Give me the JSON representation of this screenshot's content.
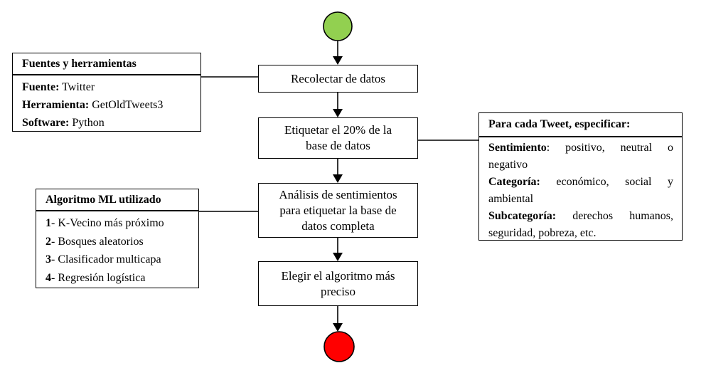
{
  "flow": {
    "start_node_color": "#92d050",
    "end_node_color": "#ff0000",
    "line_color": "#000000",
    "steps": [
      {
        "label": "Recolectar de datos"
      },
      {
        "label": "Etiquetar el 20% de la\nbase de datos"
      },
      {
        "label": "Análisis de sentimientos\npara etiquetar la base de\ndatos completa"
      },
      {
        "label": "Elegir el algoritmo más\npreciso"
      }
    ]
  },
  "annotations": {
    "sources": {
      "title": "Fuentes y herramientas",
      "lines": [
        {
          "bold": "Fuente:",
          "text": " Twitter"
        },
        {
          "bold": "Herramienta:",
          "text": " GetOldTweets3"
        },
        {
          "bold": "Software:",
          "text": " Python"
        }
      ]
    },
    "algorithms": {
      "title": "Algoritmo ML utilizado",
      "lines": [
        {
          "bold": "1",
          "text": "- K-Vecino más próximo"
        },
        {
          "bold": "2",
          "text": "- Bosques aleatorios"
        },
        {
          "bold": "3",
          "text": "- Clasificador multicapa"
        },
        {
          "bold": "4",
          "text": "- Regresión logística"
        }
      ]
    },
    "tweet_spec": {
      "title": "Para cada Tweet, especificar:",
      "lines": [
        {
          "bold": "Sentimiento",
          "text": ": positivo, neutral o negativo"
        },
        {
          "bold": "Categoría:",
          "text": " económico, social y ambiental"
        },
        {
          "bold": "Subcategoría:",
          "text": " derechos humanos, seguridad, pobreza, etc."
        }
      ]
    }
  }
}
